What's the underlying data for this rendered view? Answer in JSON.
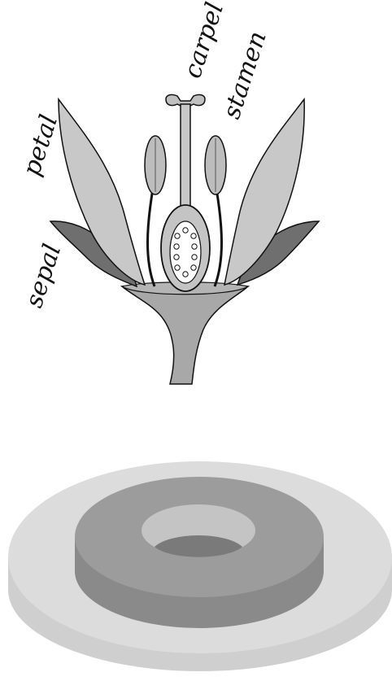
{
  "labels": {
    "carpel": "carpel",
    "stamen": "stamen",
    "petal": "petal",
    "sepal": "sepal"
  },
  "colors": {
    "outline": "#111111",
    "petal_fill": "#c8c8c8",
    "sepal_fill": "#6f6f6f",
    "stem_fill": "#a8a8a8",
    "disc_top": "#dcdcdc",
    "disc_side": "#cfcfcf",
    "ring_top": "#9c9c9c",
    "ring_side": "#8a8a8a",
    "ring_inner_wall": "#c4c4c4",
    "hole_floor": "#7a7a7a"
  }
}
